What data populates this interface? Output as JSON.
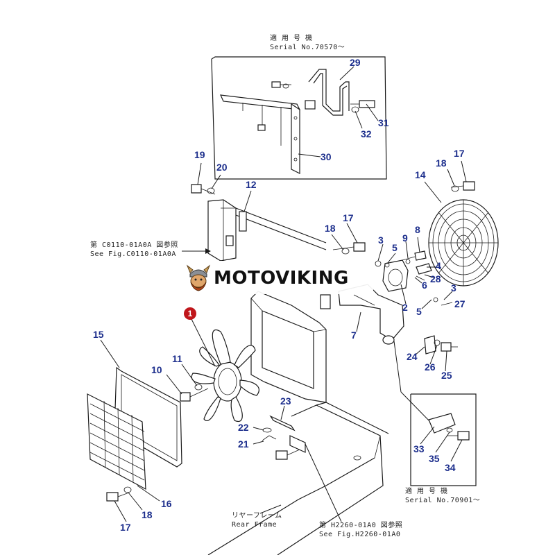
{
  "brand": {
    "name": "MOTOVIKING"
  },
  "callout": {
    "label": "1"
  },
  "notes": {
    "serial_top_jp": "適 用 号 機",
    "serial_top_en": "Serial No.70570～",
    "see_fig_left_jp": "第 C0110-01A0A 図参照",
    "see_fig_left_en": "See Fig.C0110-01A0A",
    "serial_bottom_jp": "適 用 号 機",
    "serial_bottom_en": "Serial No.70901～",
    "rear_frame_jp": "リヤーフレーム",
    "rear_frame_en": "Rear Frame",
    "see_fig_bottom_jp": "第 H2260-01A0 図参照",
    "see_fig_bottom_en": "See Fig.H2260-01A0"
  },
  "parts": [
    {
      "id": "p29",
      "label": "29"
    },
    {
      "id": "p31",
      "label": "31"
    },
    {
      "id": "p32",
      "label": "32"
    },
    {
      "id": "p30",
      "label": "30"
    },
    {
      "id": "p19",
      "label": "19"
    },
    {
      "id": "p20",
      "label": "20"
    },
    {
      "id": "p12",
      "label": "12"
    },
    {
      "id": "p17a",
      "label": "17"
    },
    {
      "id": "p18a",
      "label": "18"
    },
    {
      "id": "p14",
      "label": "14"
    },
    {
      "id": "p17b",
      "label": "17"
    },
    {
      "id": "p18b",
      "label": "18"
    },
    {
      "id": "p3a",
      "label": "3"
    },
    {
      "id": "p5a",
      "label": "5"
    },
    {
      "id": "p9",
      "label": "9"
    },
    {
      "id": "p8",
      "label": "8"
    },
    {
      "id": "p4",
      "label": "4"
    },
    {
      "id": "p28",
      "label": "28"
    },
    {
      "id": "p6",
      "label": "6"
    },
    {
      "id": "p3b",
      "label": "3"
    },
    {
      "id": "p2",
      "label": "2"
    },
    {
      "id": "p5b",
      "label": "5"
    },
    {
      "id": "p27",
      "label": "27"
    },
    {
      "id": "p7",
      "label": "7"
    },
    {
      "id": "p15",
      "label": "15"
    },
    {
      "id": "p11",
      "label": "11"
    },
    {
      "id": "p10",
      "label": "10"
    },
    {
      "id": "p24",
      "label": "24"
    },
    {
      "id": "p26",
      "label": "26"
    },
    {
      "id": "p25",
      "label": "25"
    },
    {
      "id": "p23",
      "label": "23"
    },
    {
      "id": "p22",
      "label": "22"
    },
    {
      "id": "p21",
      "label": "21"
    },
    {
      "id": "p33",
      "label": "33"
    },
    {
      "id": "p35",
      "label": "35"
    },
    {
      "id": "p34",
      "label": "34"
    },
    {
      "id": "p16",
      "label": "16"
    },
    {
      "id": "p17c",
      "label": "17"
    },
    {
      "id": "p18c",
      "label": "18"
    }
  ]
}
